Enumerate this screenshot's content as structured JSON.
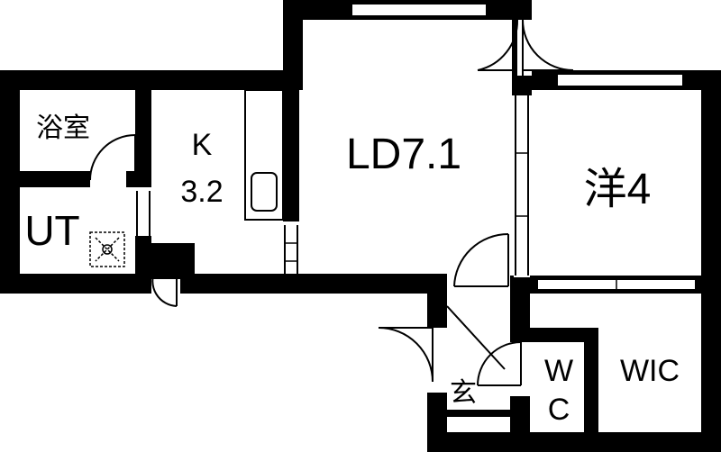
{
  "rooms": {
    "bath": {
      "label": "浴室"
    },
    "ut": {
      "label": "UT"
    },
    "kitchen": {
      "letter": "K",
      "size": "3.2"
    },
    "ld": {
      "label": "LD7.1"
    },
    "western": {
      "label": "洋4"
    },
    "entrance": {
      "label": "玄"
    },
    "wc": {
      "line1": "W",
      "line2": "C"
    },
    "wic": {
      "label": "WIC"
    }
  },
  "colors": {
    "wall": "#000000",
    "background": "#ffffff"
  }
}
